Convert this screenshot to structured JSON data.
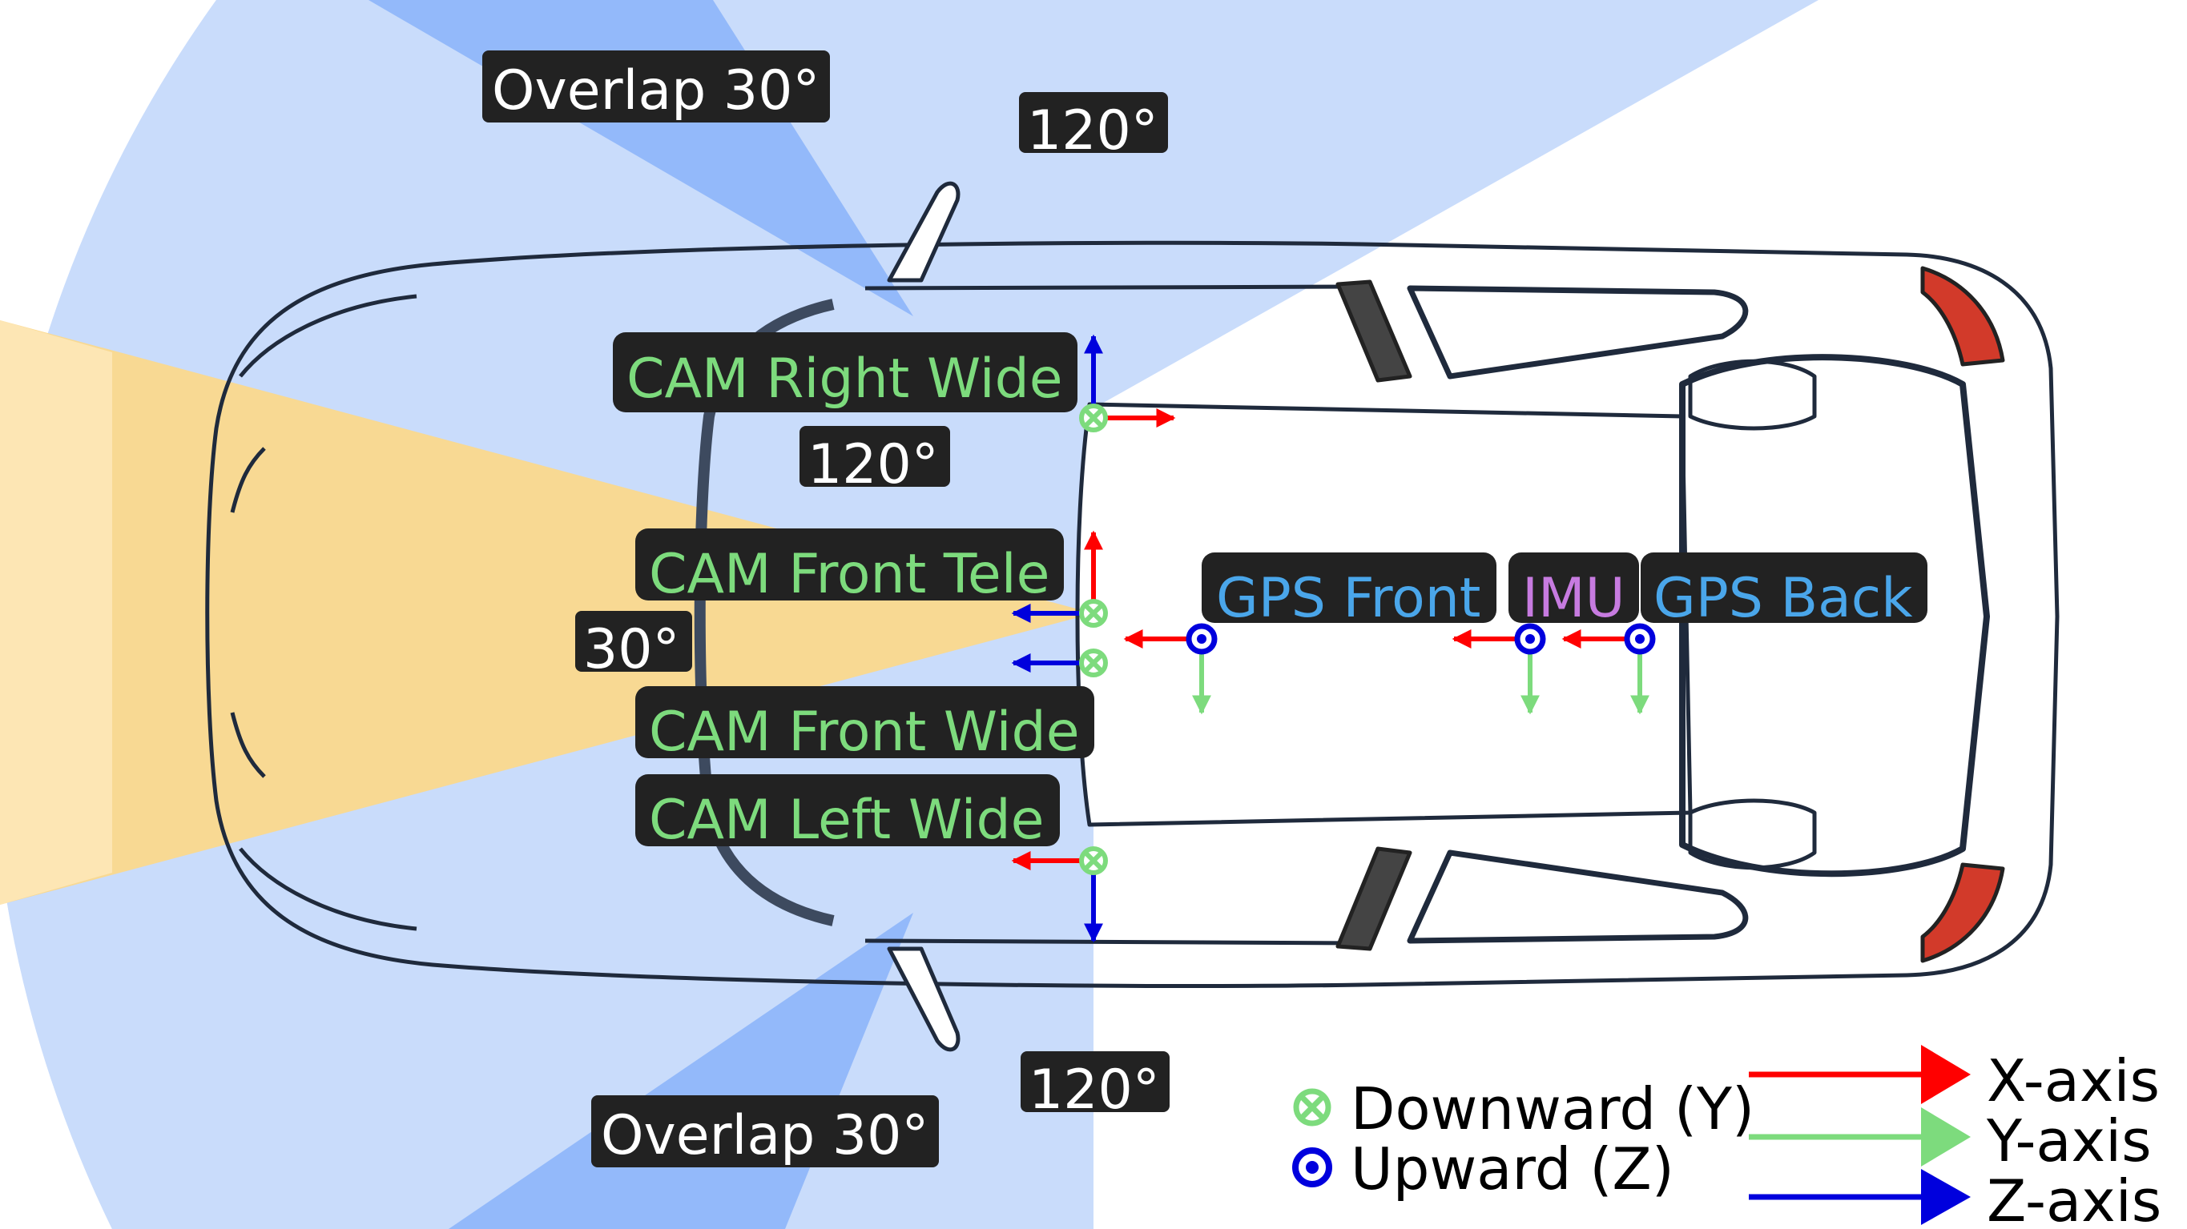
{
  "fov_labels": {
    "overlap_top": "Overlap 30°",
    "fov_top": "120°",
    "fov_right_wide": "120°",
    "fov_tele": "30°",
    "fov_bottom": "120°",
    "overlap_bottom": "Overlap 30°"
  },
  "sensors": {
    "cam_right_wide": "CAM Right Wide",
    "cam_front_tele": "CAM Front Tele",
    "cam_front_wide": "CAM Front Wide",
    "cam_left_wide": "CAM Left Wide",
    "gps_front": "GPS Front",
    "imu": "IMU",
    "gps_back": "GPS Back"
  },
  "legend": {
    "downward": "Downward (Y)",
    "upward": "Upward (Z)",
    "x_axis": "X-axis",
    "y_axis": "Y-axis",
    "z_axis": "Z-axis"
  },
  "colors": {
    "x_axis": "#ff0000",
    "y_axis": "#7ddb7d",
    "z_axis": "#0000dd",
    "fov_wide": "#c9dcfb",
    "fov_overlap": "#93b9fa",
    "fov_tele": "#fcd88a",
    "camera_label_text": "#7ddb7d",
    "gps_label_text": "#4aa6ea",
    "imu_label_text": "#c77be0",
    "label_bg": "#222222"
  }
}
